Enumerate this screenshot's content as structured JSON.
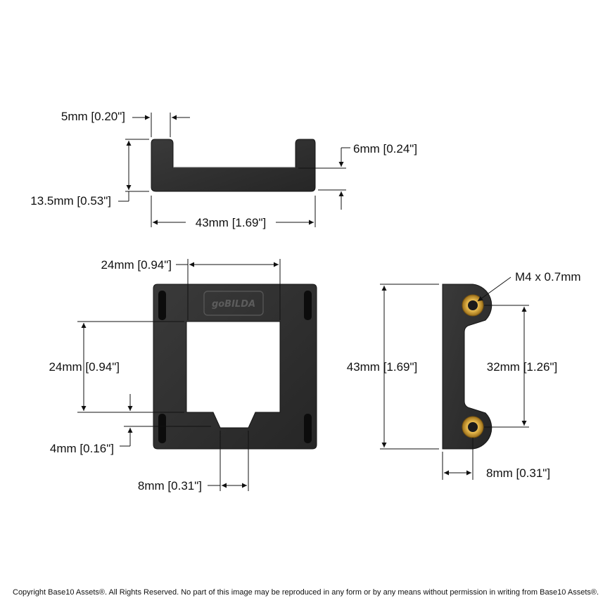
{
  "dimensions": {
    "top_view_wall": "5mm [0.20\"]",
    "top_view_step": "6mm [0.24\"]",
    "top_view_height": "13.5mm [0.53\"]",
    "top_view_width": "43mm [1.69\"]",
    "front_opening_width": "24mm [0.94\"]",
    "front_opening_height": "24mm [0.94\"]",
    "front_notch_depth": "4mm [0.16\"]",
    "front_notch_width": "8mm [0.31\"]",
    "side_height": "43mm [1.69\"]",
    "side_thread": "M4 x 0.7mm",
    "side_hole_spacing": "32mm [1.26\"]",
    "side_hole_offset": "8mm [0.31\"]"
  },
  "logo_text": "goBILDA",
  "copyright": "Copyright Base10 Assets®.  All Rights Reserved. No part of this image may be reproduced in any form or by any means without permission in writing from Base10 Assets®."
}
